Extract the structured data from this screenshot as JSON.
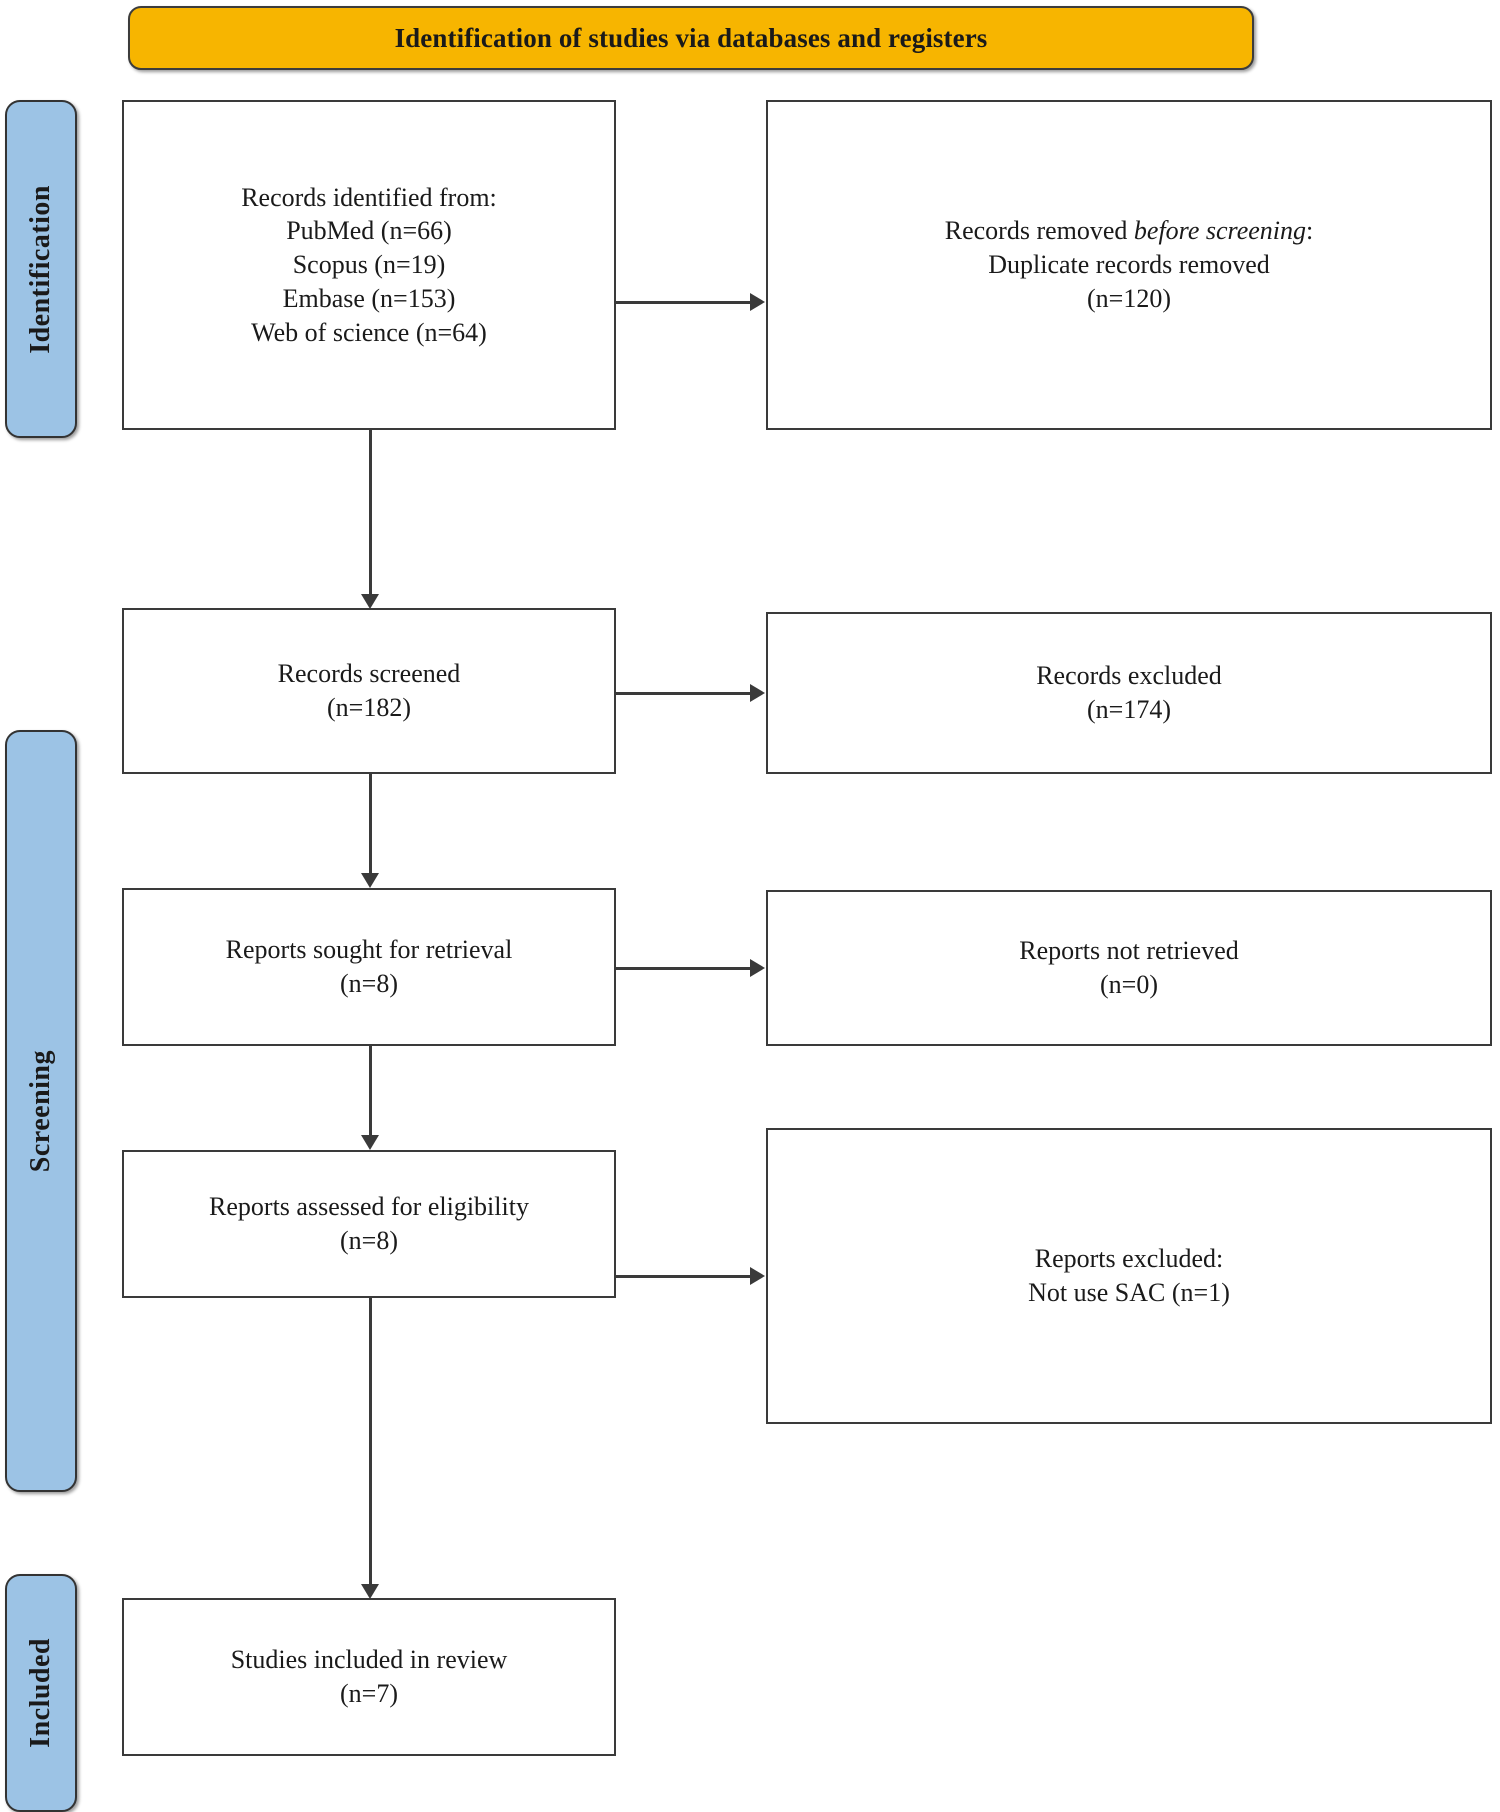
{
  "banner": {
    "title": "Identification of studies via databases and registers",
    "bg_color": "#F7B500"
  },
  "stages": {
    "identification": "Identification",
    "screening": "Screening",
    "included": "Included",
    "bar_color": "#9CC3E5"
  },
  "boxes": {
    "identified": {
      "line1": "Records identified from:",
      "line2": "PubMed (n=66)",
      "line3": "Scopus (n=19)",
      "line4": "Embase (n=153)",
      "line5": "Web of science (n=64)"
    },
    "removed": {
      "line1_prefix": "Records removed ",
      "line1_italic": "before screening",
      "line1_suffix": ":",
      "line2": "Duplicate records removed",
      "line3": "(n=120)"
    },
    "screened": {
      "line1": "Records screened",
      "line2": "(n=182)"
    },
    "excluded": {
      "line1": "Records excluded",
      "line2": "(n=174)"
    },
    "sought": {
      "line1": "Reports sought for retrieval",
      "line2": "(n=8)"
    },
    "not_retrieved": {
      "line1": "Reports not retrieved",
      "line2": "(n=0)"
    },
    "assessed": {
      "line1": "Reports assessed for eligibility",
      "line2": "(n=8)"
    },
    "reports_excluded": {
      "line1": "Reports excluded:",
      "line2": "Not use SAC (n=1)"
    },
    "included": {
      "line1": "Studies included in review",
      "line2": "(n=7)"
    }
  },
  "counts": {
    "pubmed": 66,
    "scopus": 19,
    "embase": 153,
    "web_of_science": 64,
    "duplicates_removed": 120,
    "records_screened": 182,
    "records_excluded": 174,
    "reports_sought": 8,
    "reports_not_retrieved": 0,
    "reports_assessed": 8,
    "reports_excluded_not_sac": 1,
    "studies_included": 7
  }
}
